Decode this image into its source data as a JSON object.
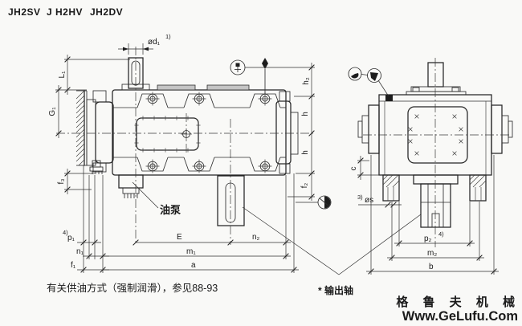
{
  "header": {
    "models": [
      "JH2SV",
      "J H2HV",
      "JH2DV"
    ]
  },
  "dims": {
    "d1": "ød₁",
    "L1": "L₁",
    "G1": "G₁",
    "f3": "f₃",
    "p1": "p₁",
    "n1": "n₁",
    "f1": "f₁",
    "E": "E",
    "n2": "n₂",
    "m1": "m₁",
    "a": "a",
    "h2": "h₂",
    "h": "h",
    "f2": "f₂",
    "c": "c",
    "s": "øs",
    "p2": "p₂",
    "m2": "m₂",
    "b": "b"
  },
  "footnotes": {
    "n1": "1)",
    "n3": "3)",
    "n4": "4)"
  },
  "labels": {
    "oil_pump": "油泵",
    "output_shaft": "* 输出轴"
  },
  "notes": {
    "oil_supply": "有关供油方式（强制润滑），参见88-93"
  },
  "watermark": {
    "line1": "格 鲁 夫 机 械",
    "line2": "Www.GeLufu.Com",
    "color": "#f09090"
  },
  "icons": {
    "balloon_top": "plug-symbol",
    "balloon_pair_left": "plug-symbol",
    "balloon_pair_right": "plug-symbol",
    "balloon_drain": "drain-plug-symbol"
  },
  "colors": {
    "line": "#252525",
    "pad_fill": "#c5c5c5",
    "background": "#f9f9f7"
  }
}
